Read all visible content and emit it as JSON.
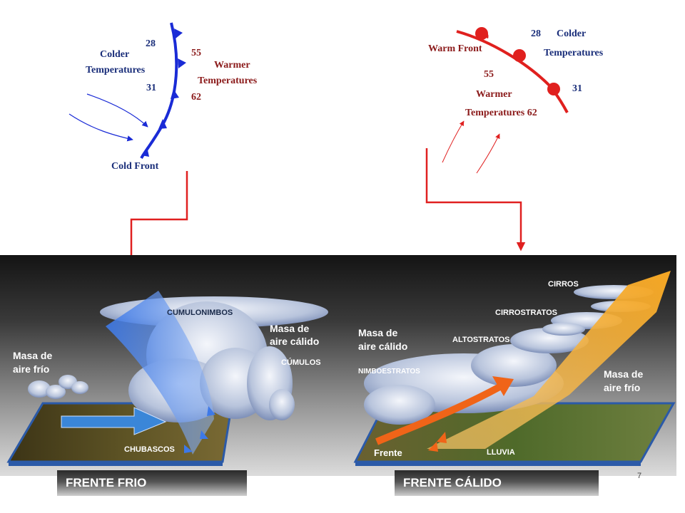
{
  "cold_front_map": {
    "cold_front_label": "Cold Front",
    "colder_label_1": "Colder",
    "colder_label_2": "Temperatures",
    "warmer_label_1": "Warmer",
    "warmer_label_2": "Temperatures",
    "temp_28": "28",
    "temp_31": "31",
    "temp_55": "55",
    "temp_62": "62",
    "front_color": "#1a2bd6"
  },
  "warm_front_map": {
    "warm_front_label": "Warm Front",
    "colder_label_1": "Colder",
    "colder_label_2": "Temperatures",
    "warmer_label_1": "Warmer",
    "warmer_label_2": "Temperatures 62",
    "temp_28": "28",
    "temp_31": "31",
    "temp_55": "55",
    "front_color": "#e0201e"
  },
  "cold_front_illustration": {
    "cumulonimbos": "CUMULONIMBOS",
    "masa_calido_1": "Masa de",
    "masa_calido_2": "aire cálido",
    "cumulos": "CÚMULOS",
    "masa_frio_1": "Masa de",
    "masa_frio_2": "aire frío",
    "chubascos": "CHUBASCOS"
  },
  "warm_front_illustration": {
    "cirros": "CIRROS",
    "cirrostratos": "CIRROSTRATOS",
    "altostratos": "ALTOSTRATOS",
    "masa_calido_1": "Masa de",
    "masa_calido_2": "aire cálido",
    "nimboestratos": "NIMBOESTRATOS",
    "masa_frio_1": "Masa de",
    "masa_frio_2": "aire frío",
    "frente": "Frente",
    "lluvia": "LLUVIA"
  },
  "captions": {
    "cold": "FRENTE FRIO",
    "warm": "FRENTE CÁLIDO"
  },
  "slide_number": "7",
  "colors": {
    "connector_arrow": "#e02020",
    "warm_air_arrow": "#f5a623",
    "cold_air_arrow": "#3a86d8"
  }
}
